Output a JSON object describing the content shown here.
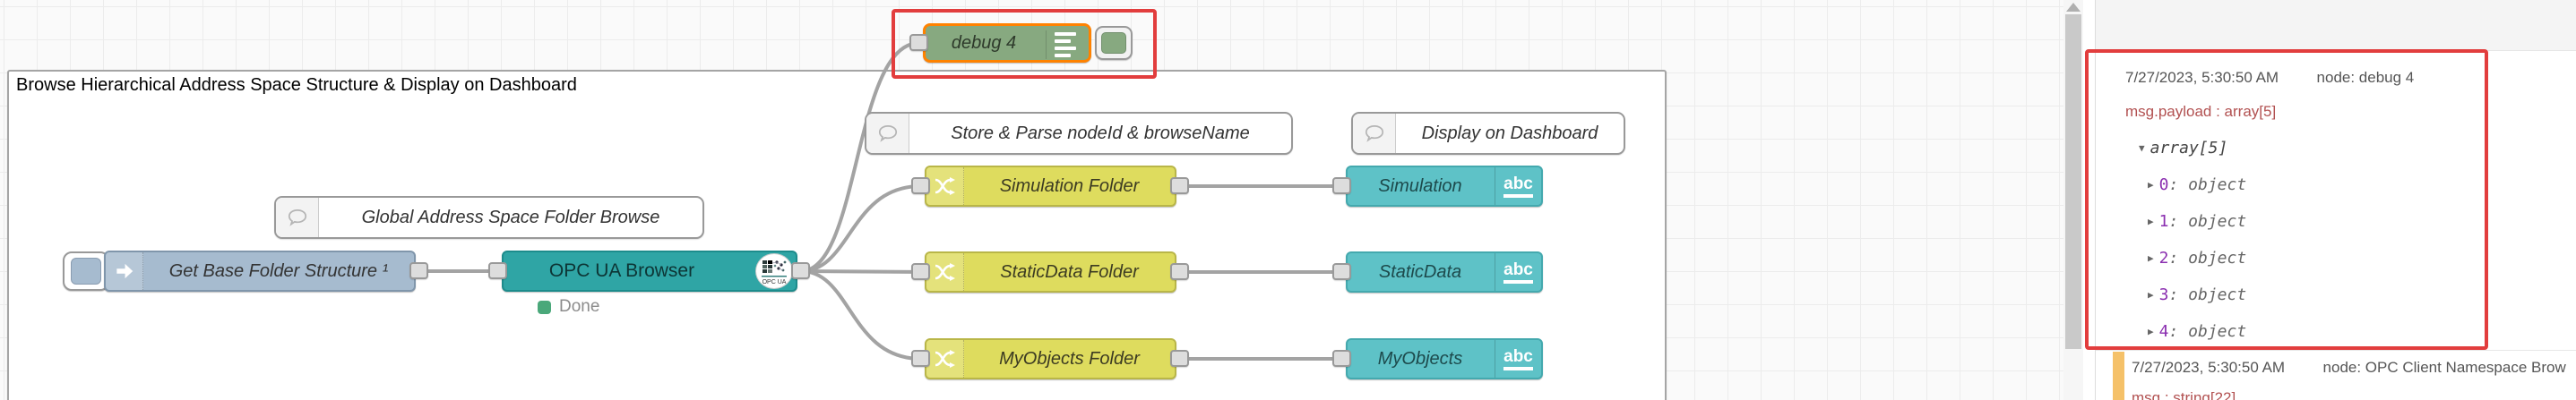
{
  "canvas": {
    "group": {
      "title": "Browse Hierarchical Address Space Structure & Display on Dashboard"
    },
    "comments": [
      {
        "label": "Global Address Space Folder Browse"
      },
      {
        "label": "Store & Parse nodeId & browseName"
      },
      {
        "label": "Display on Dashboard"
      }
    ],
    "debug_node": {
      "label": "debug 4"
    },
    "inject_node": {
      "label": "Get Base Folder Structure ¹"
    },
    "browser_node": {
      "label": "OPC UA Browser",
      "icon_text": "OPC UA",
      "status": "Done"
    },
    "folder_nodes": [
      {
        "label": "Simulation Folder"
      },
      {
        "label": "StaticData Folder"
      },
      {
        "label": "MyObjects Folder"
      }
    ],
    "text_nodes": [
      {
        "label": "Simulation",
        "icon": "abc"
      },
      {
        "label": "StaticData",
        "icon": "abc"
      },
      {
        "label": "MyObjects",
        "icon": "abc"
      }
    ]
  },
  "sidebar": {
    "messages": [
      {
        "timestamp": "7/27/2023, 5:30:50 AM",
        "node": "node: debug 4",
        "property": "msg.payload : array[5]",
        "root": "array[5]",
        "entries": [
          {
            "key": "0",
            "sep": ": ",
            "type": "object"
          },
          {
            "key": "1",
            "sep": ": ",
            "type": "object"
          },
          {
            "key": "2",
            "sep": ": ",
            "type": "object"
          },
          {
            "key": "3",
            "sep": ": ",
            "type": "object"
          },
          {
            "key": "4",
            "sep": ": ",
            "type": "object"
          }
        ]
      },
      {
        "timestamp": "7/27/2023, 5:30:50 AM",
        "node": "node: OPC Client Namespace Brow",
        "property": "msg : string[22]"
      }
    ]
  },
  "colors": {
    "annotation_red": "#e23d3d",
    "debug_green": "#87a980",
    "selected_orange": "#ff8200",
    "inject_blue": "#a6bbcf",
    "browser_teal": "#2fa5a5",
    "switch_yellow": "#dedc5e",
    "uitext_teal": "#5ec2c7",
    "status_green": "#4aa87a",
    "msg_property_red": "#b25151",
    "msg_key_purple": "#8b2fb0",
    "msg2_bar_orange": "#f5c169"
  }
}
